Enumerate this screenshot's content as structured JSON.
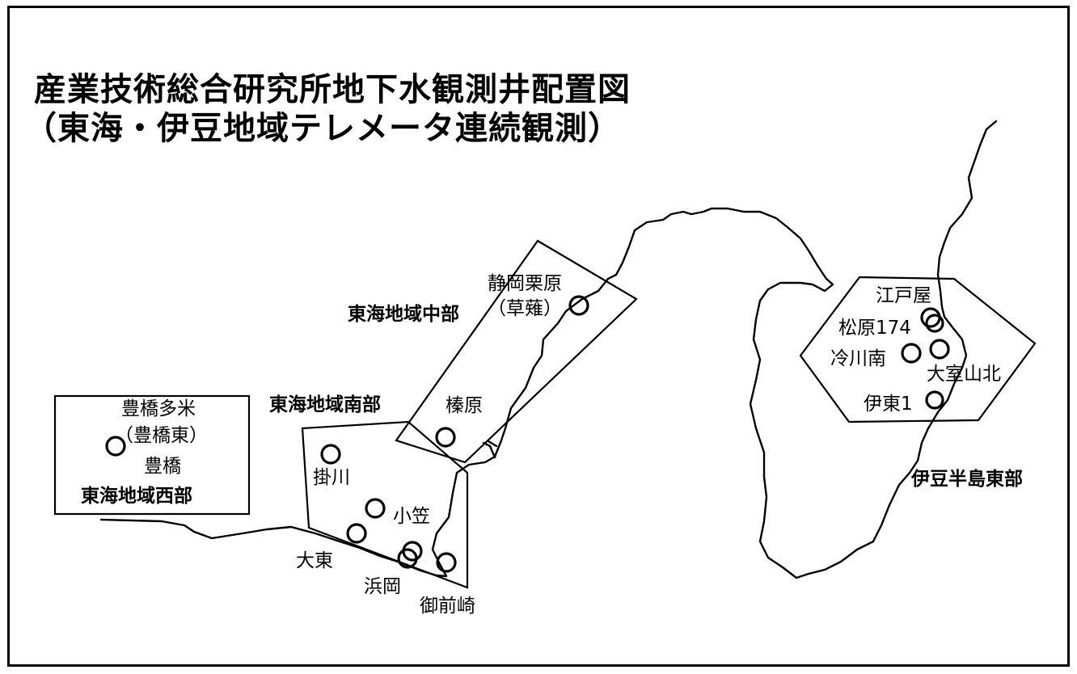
{
  "title": {
    "line1": "産業技術総合研究所地下水観測井配置図",
    "line2": "（東海・伊豆地域テレメータ連続観測）"
  },
  "regions": {
    "west": "東海地域西部",
    "south": "東海地域南部",
    "central": "東海地域中部",
    "izu": "伊豆半島東部"
  },
  "wells": {
    "toyohashi_tame": "豊橋多米",
    "toyohashi_higashi": "（豊橋東）",
    "toyohashi": "豊橋",
    "kakegawa": "掛川",
    "ogasa": "小笠",
    "daito": "大東",
    "hamaoka": "浜岡",
    "omaezaki": "御前崎",
    "haibara": "榛原",
    "shizuoka_kurihara": "静岡栗原",
    "kusanagi": "（草薙）",
    "edoya": "江戸屋",
    "matsubara": "松原174",
    "hiekawa_minami": "冷川南",
    "omuroyama_kita": "大室山北",
    "ito1": "伊東1"
  }
}
